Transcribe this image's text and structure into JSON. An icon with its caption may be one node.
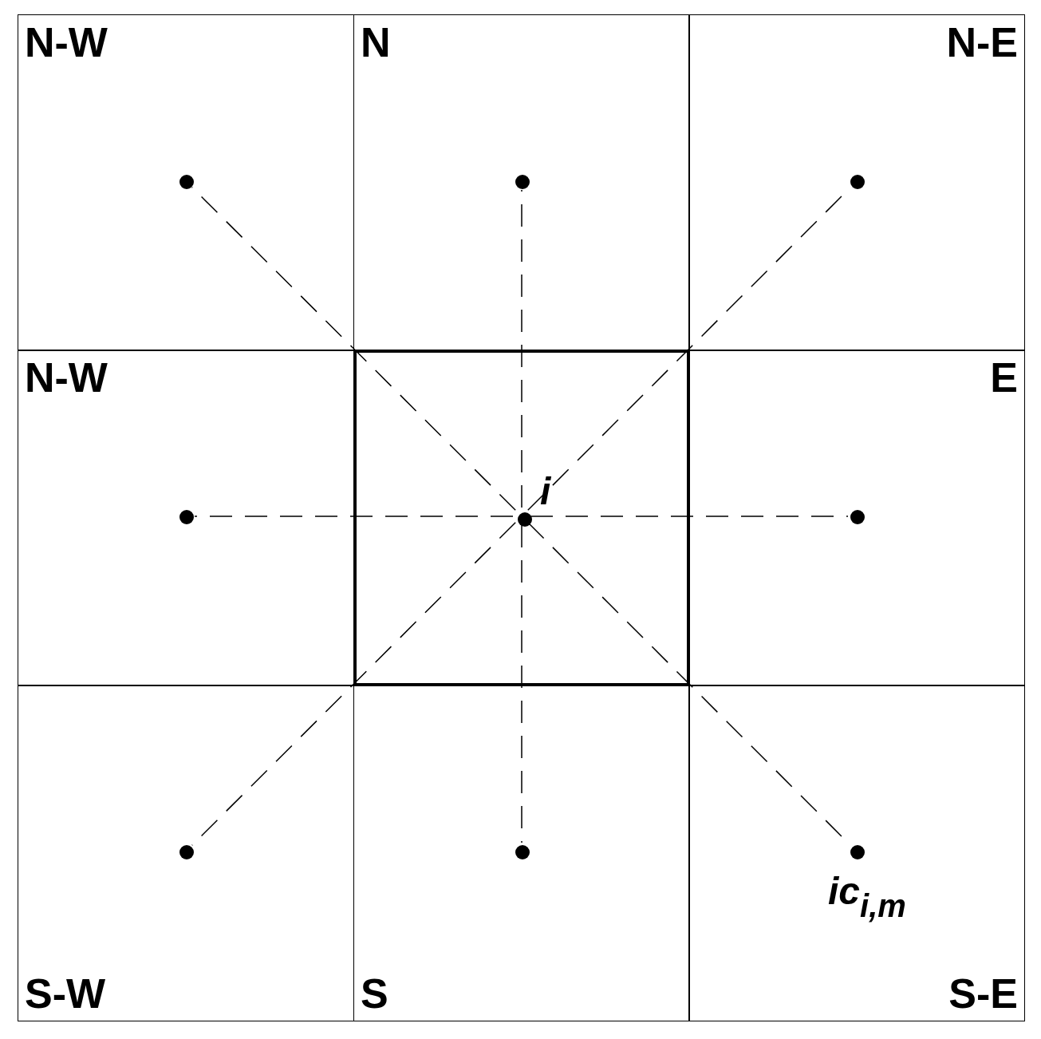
{
  "diagram": {
    "nodes": [
      {
        "text": [
          "N-W"
        ]
      },
      {
        "text": [
          "N"
        ]
      },
      {
        "text": [
          "N-E"
        ]
      },
      {
        "text": [
          "N-W"
        ]
      },
      {
        "text": [],
        "shape": "box"
      },
      {
        "text": [
          "E"
        ]
      },
      {
        "text": [
          "S-W"
        ]
      },
      {
        "text": [
          "S"
        ]
      },
      {
        "text": [
          "S-E"
        ]
      },
      {
        "text": [],
        "shape": "circle",
        "in": 0
      },
      {
        "text": [],
        "shape": "circle",
        "in": 1
      },
      {
        "text": [],
        "shape": "circle",
        "in": 2
      },
      {
        "text": [],
        "shape": "circle",
        "in": 3
      },
      {
        "text": [],
        "shape": "circle",
        "in": 4,
        "beside": [
          "i"
        ]
      },
      {
        "text": [],
        "shape": "circle",
        "in": 5
      },
      {
        "text": [],
        "shape": "circle",
        "in": 6
      },
      {
        "text": [],
        "shape": "circle",
        "in": 7
      },
      {
        "text": [],
        "shape": "circle",
        "in": 8,
        "beside": [
          "ic$_{i,m}$"
        ]
      }
    ],
    "edges": [
      {
        "from": 13,
        "to": 9,
        "arrow": "none",
        "style": "dashed"
      },
      {
        "from": 13,
        "to": 10,
        "arrow": "none",
        "style": "dashed"
      },
      {
        "from": 13,
        "to": 11,
        "arrow": "none",
        "style": "dashed"
      },
      {
        "from": 13,
        "to": 12,
        "arrow": "none",
        "style": "dashed"
      },
      {
        "from": 13,
        "to": 14,
        "arrow": "none",
        "style": "dashed"
      },
      {
        "from": 13,
        "to": 15,
        "arrow": "none",
        "style": "dashed"
      },
      {
        "from": 13,
        "to": 16,
        "arrow": "none",
        "style": "dashed"
      },
      {
        "from": 13,
        "to": 17,
        "arrow": "none",
        "style": "dashed"
      }
    ]
  }
}
